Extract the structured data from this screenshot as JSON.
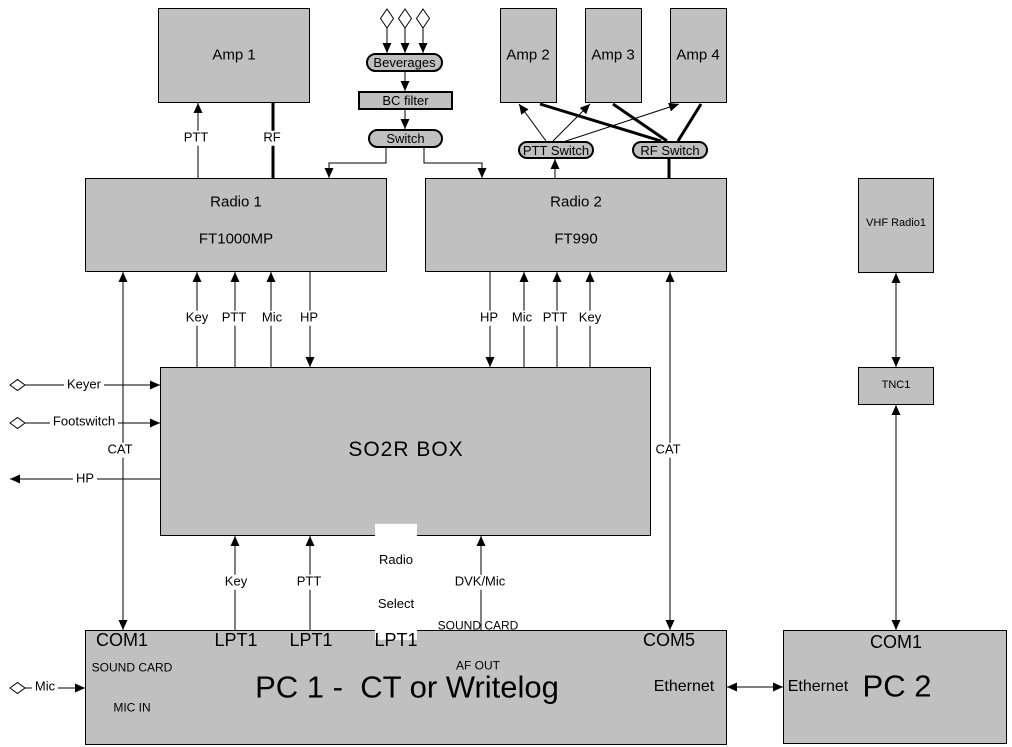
{
  "colors": {
    "box_fill": "#c0c0c0",
    "border": "#000000",
    "line": "#000000",
    "background": "#ffffff",
    "text": "#000000"
  },
  "boxes": {
    "amp1": {
      "label": "Amp 1"
    },
    "amp2": {
      "label": "Amp 2"
    },
    "amp3": {
      "label": "Amp 3"
    },
    "amp4": {
      "label": "Amp 4"
    },
    "radio1": {
      "name": "Radio 1",
      "model": "FT1000MP"
    },
    "radio2": {
      "name": "Radio 2",
      "model": "FT990"
    },
    "vhf_radio": {
      "label": "VHF Radio1"
    },
    "tnc": {
      "label": "TNC1"
    },
    "so2r": {
      "label": "SO2R BOX"
    },
    "pc1": {
      "title": "PC 1 -  CT or Writelog",
      "ports": {
        "com1": "COM1",
        "lpt1_key": "LPT1",
        "lpt1_ptt": "LPT1",
        "lpt1_radio_select": "LPT1",
        "sound_card_af_line1": "SOUND CARD",
        "sound_card_af_line2": "AF OUT",
        "com5": "COM5",
        "sound_card_mic_line1": "SOUND CARD",
        "sound_card_mic_line2": "MIC IN",
        "ethernet": "Ethernet"
      }
    },
    "pc2": {
      "title": "PC 2",
      "ports": {
        "com1": "COM1",
        "ethernet": "Ethernet"
      }
    }
  },
  "nodes": {
    "beverages": {
      "label": "Beverages"
    },
    "bc_filter": {
      "label": "BC filter"
    },
    "antenna_switch": {
      "label": "Switch"
    },
    "ptt_switch": {
      "label": "PTT Switch"
    },
    "rf_switch": {
      "label": "RF Switch"
    }
  },
  "connector_labels": {
    "amp1_ptt": "PTT",
    "amp1_rf": "RF",
    "radio1_key": "Key",
    "radio1_ptt": "PTT",
    "radio1_mic": "Mic",
    "radio1_hp": "HP",
    "radio2_hp": "HP",
    "radio2_mic": "Mic",
    "radio2_ptt": "PTT",
    "radio2_key": "Key",
    "cat_left": "CAT",
    "cat_right": "CAT",
    "keyer": "Keyer",
    "footswitch": "Footswitch",
    "hp_out": "HP",
    "mic_in": "Mic",
    "pc1_key": "Key",
    "pc1_ptt": "PTT",
    "radio_select_line1": "Radio",
    "radio_select_line2": "Select",
    "dvk_mic": "DVK/Mic"
  }
}
